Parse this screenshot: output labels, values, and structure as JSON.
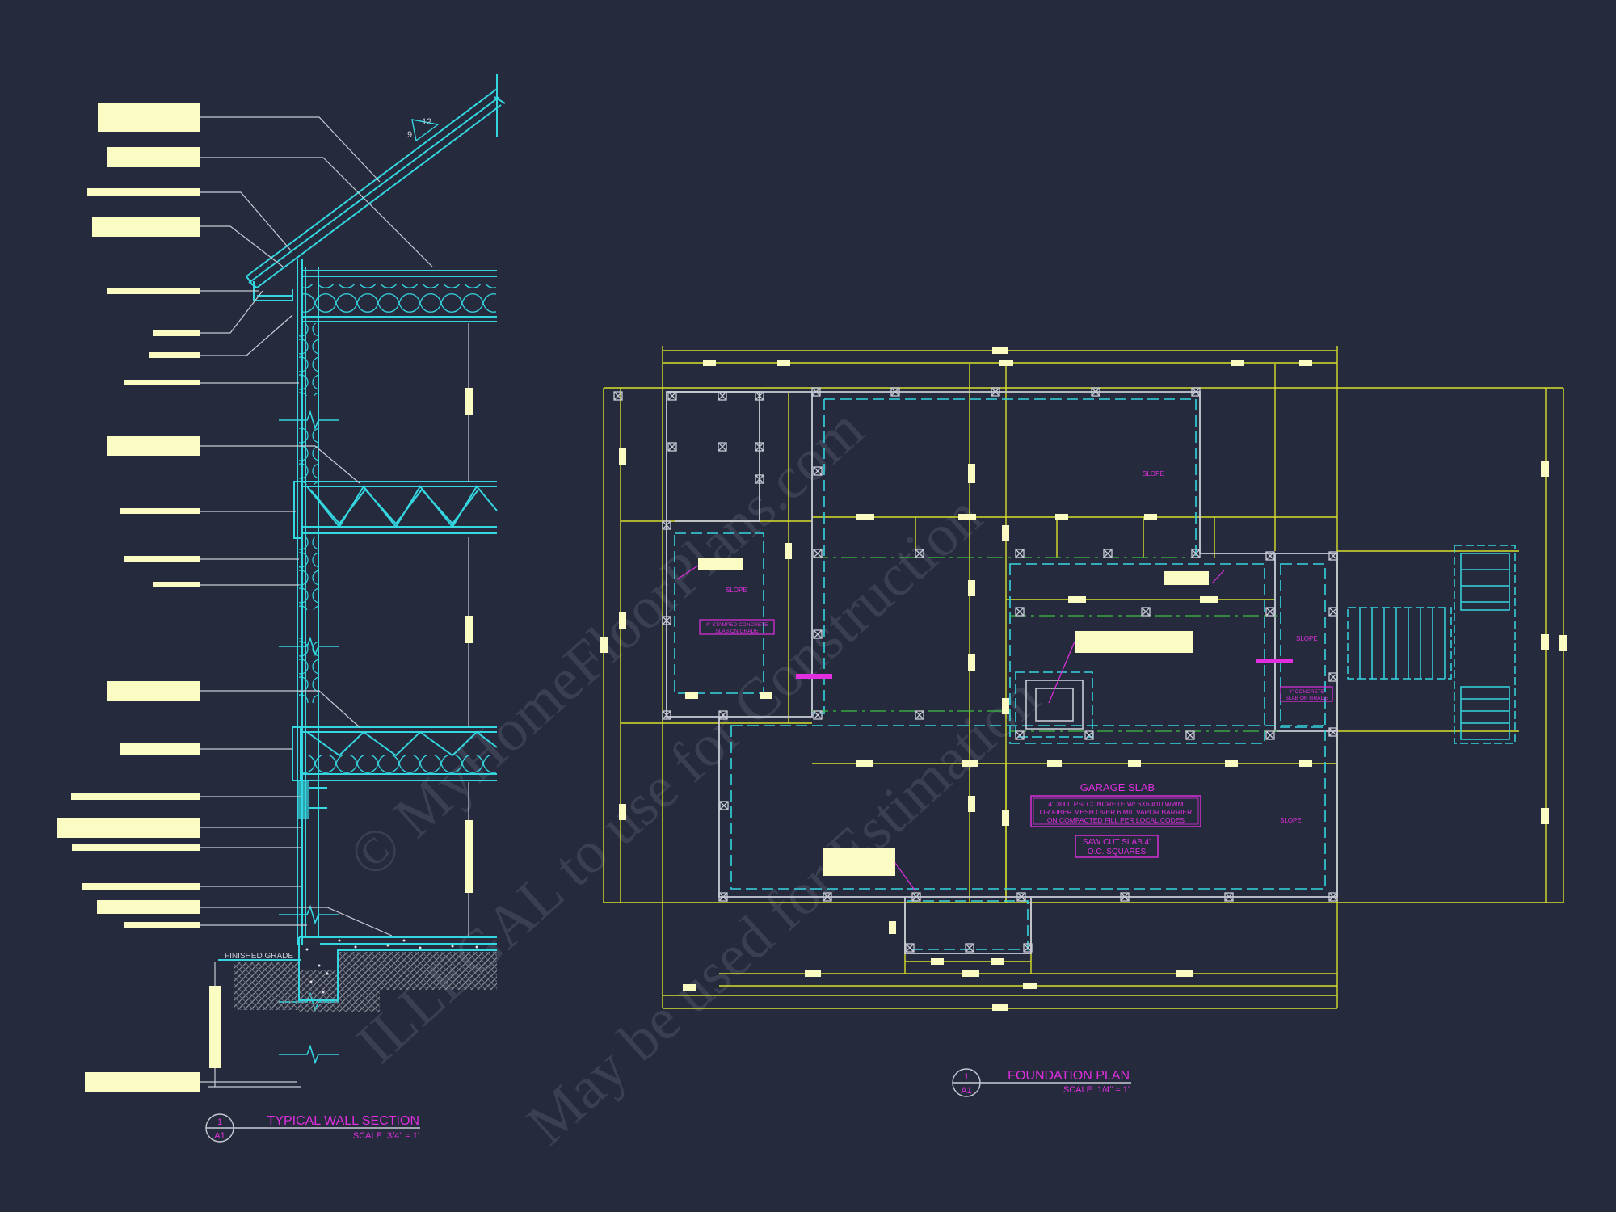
{
  "colors": {
    "background": "#252a3d",
    "cyan": "#34d6e0",
    "yellow": "#d8df2c",
    "magenta": "#e12fe0",
    "white": "#c9ccd6",
    "tag": "#fbfbc4",
    "green": "#3fbf3f",
    "watermark": "#3a3f52"
  },
  "wall_section": {
    "slope_rise": "9",
    "slope_run": "12",
    "finished_grade": "FINISHED GRADE",
    "callout_number": "1",
    "callout_sheet": "A1",
    "title": "TYPICAL WALL SECTION",
    "scale": "SCALE: 3/4\" = 1'"
  },
  "foundation_plan": {
    "slope_labels": [
      "SLOPE",
      "SLOPE",
      "SLOPE",
      "SLOPE"
    ],
    "stamped_note_1": "4\" STAMPED CONCRETE",
    "stamped_note_2": "SLAB ON GRADE",
    "concrete_note_1": "4\" CONCRETE",
    "concrete_note_2": "SLAB ON GRADE",
    "garage_slab_title": "GARAGE SLAB",
    "garage_note_1": "4\" 3000 PSI CONCRETE W/ 6X6 #10 WWM",
    "garage_note_2": "OR FIBER MESH OVER 6 MIL VAPOR BARRIER",
    "garage_note_3": "ON COMPACTED FILL PER LOCAL CODES",
    "saw_cut_1": "SAW CUT SLAB 4'",
    "saw_cut_2": "O.C. SQUARES",
    "callout_number": "1",
    "callout_sheet": "A1",
    "title": "FOUNDATION PLAN",
    "scale": "SCALE: 1/4\" = 1'"
  },
  "watermark": {
    "line_1": "© MyHomeFloorPlans.com",
    "line_2": "ILLEGAL to use for Construction",
    "line_3": "May be used for Estimation"
  }
}
